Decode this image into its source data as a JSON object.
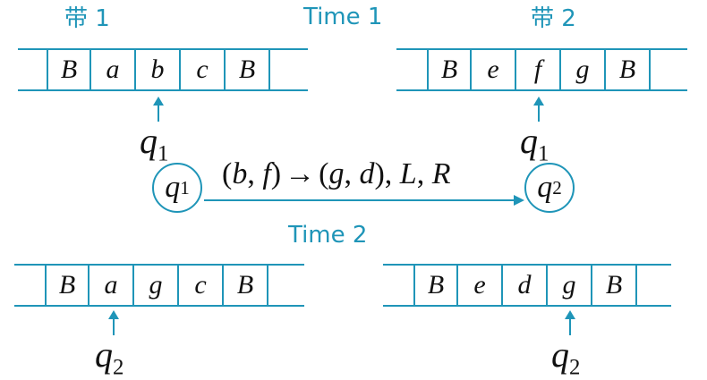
{
  "colors": {
    "accent": "#1f95b8",
    "text": "#111111"
  },
  "labels": {
    "tape1": "带 1",
    "time1": "Time 1",
    "tape2": "带 2",
    "time2": "Time 2"
  },
  "time1": {
    "tape1_cells": [
      "B",
      "a",
      "b",
      "c",
      "B"
    ],
    "tape1_head": {
      "state": "q",
      "sub": "1"
    },
    "tape2_cells": [
      "B",
      "e",
      "f",
      "g",
      "B"
    ],
    "tape2_head": {
      "state": "q",
      "sub": "1"
    }
  },
  "transition": {
    "from": {
      "state": "q",
      "sub": "1"
    },
    "to": {
      "state": "q",
      "sub": "2"
    },
    "rule": {
      "read": [
        "b",
        "f"
      ],
      "arrow": "→",
      "write": [
        "g",
        "d"
      ],
      "moves": [
        "L",
        "R"
      ]
    }
  },
  "time2": {
    "tape1_cells": [
      "B",
      "a",
      "g",
      "c",
      "B"
    ],
    "tape1_head": {
      "state": "q",
      "sub": "2"
    },
    "tape2_cells": [
      "B",
      "e",
      "d",
      "g",
      "B"
    ],
    "tape2_head": {
      "state": "q",
      "sub": "2"
    }
  }
}
